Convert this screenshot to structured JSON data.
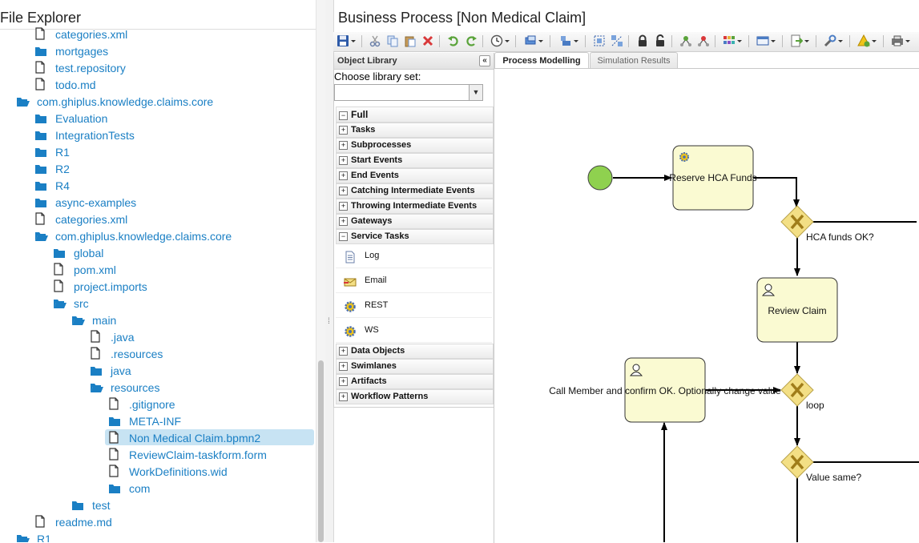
{
  "explorer": {
    "title": "File Explorer",
    "items": [
      {
        "label": "categories.xml",
        "type": "file"
      },
      {
        "label": "mortgages",
        "type": "folder"
      },
      {
        "label": "test.repository",
        "type": "file"
      },
      {
        "label": "todo.md",
        "type": "file"
      },
      {
        "label": "com.ghiplus.knowledge.claims.core",
        "type": "folder-open"
      },
      {
        "label": "Evaluation",
        "type": "folder"
      },
      {
        "label": "IntegrationTests",
        "type": "folder"
      },
      {
        "label": "R1",
        "type": "folder"
      },
      {
        "label": "R2",
        "type": "folder"
      },
      {
        "label": "R4",
        "type": "folder"
      },
      {
        "label": "async-examples",
        "type": "folder"
      },
      {
        "label": "categories.xml",
        "type": "file"
      },
      {
        "label": "com.ghiplus.knowledge.claims.core",
        "type": "folder-open"
      },
      {
        "label": "global",
        "type": "folder"
      },
      {
        "label": "pom.xml",
        "type": "file"
      },
      {
        "label": "project.imports",
        "type": "file"
      },
      {
        "label": "src",
        "type": "folder-open"
      },
      {
        "label": "main",
        "type": "folder-open"
      },
      {
        "label": ".java",
        "type": "file"
      },
      {
        "label": ".resources",
        "type": "file"
      },
      {
        "label": "java",
        "type": "folder"
      },
      {
        "label": "resources",
        "type": "folder-open"
      },
      {
        "label": ".gitignore",
        "type": "file"
      },
      {
        "label": "META-INF",
        "type": "folder"
      },
      {
        "label": "Non Medical Claim.bpmn2",
        "type": "file"
      },
      {
        "label": "ReviewClaim-taskform.form",
        "type": "file"
      },
      {
        "label": "WorkDefinitions.wid",
        "type": "file"
      },
      {
        "label": "com",
        "type": "folder"
      },
      {
        "label": "test",
        "type": "folder"
      },
      {
        "label": "readme.md",
        "type": "file"
      },
      {
        "label": "R1",
        "type": "folder-open"
      }
    ]
  },
  "editor": {
    "title": "Business Process [Non Medical Claim]",
    "tabs": [
      "Process Modelling",
      "Simulation Results"
    ]
  },
  "object_library": {
    "title": "Object Library",
    "collapse_glyph": "«",
    "choose_label": "Choose library set:",
    "select_value": "",
    "categories": [
      {
        "label": "Full",
        "expanded": true
      },
      {
        "label": "Tasks",
        "expanded": false
      },
      {
        "label": "Subprocesses",
        "expanded": false
      },
      {
        "label": "Start Events",
        "expanded": false
      },
      {
        "label": "End Events",
        "expanded": false
      },
      {
        "label": "Catching Intermediate Events",
        "expanded": false
      },
      {
        "label": "Throwing Intermediate Events",
        "expanded": false
      },
      {
        "label": "Gateways",
        "expanded": false
      },
      {
        "label": "Service Tasks",
        "expanded": true
      },
      {
        "label": "Data Objects",
        "expanded": false
      },
      {
        "label": "Swimlanes",
        "expanded": false
      },
      {
        "label": "Artifacts",
        "expanded": false
      },
      {
        "label": "Workflow Patterns",
        "expanded": false
      }
    ],
    "service_tasks": [
      {
        "label": "Log",
        "icon": "document-icon"
      },
      {
        "label": "Email",
        "icon": "email-icon"
      },
      {
        "label": "REST",
        "icon": "gear-icon"
      },
      {
        "label": "WS",
        "icon": "gear-icon"
      }
    ]
  },
  "diagram": {
    "tasks": {
      "reserve": "Reserve HCA Funds",
      "review": "Review Claim",
      "call": "Call Member and confirm OK. Optionally change value"
    },
    "gateways": {
      "hca": "HCA funds OK?",
      "loop": "loop",
      "value": "Value same?"
    },
    "colors": {
      "task_fill": "#fafad2",
      "gateway_fill": "#f3df85",
      "start_fill": "#8fd14f"
    }
  }
}
